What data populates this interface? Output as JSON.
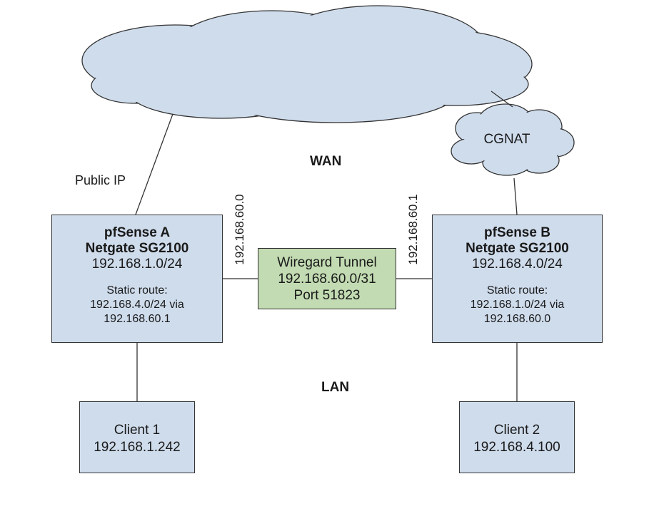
{
  "colors": {
    "node_fill": "#cfdcec",
    "tunnel_fill": "#c2dbb2",
    "cloud_fill": "#cfdcec",
    "line": "#333333"
  },
  "clouds": {
    "cgnat": "CGNAT"
  },
  "labels": {
    "wan": "WAN",
    "lan": "LAN",
    "public_ip": "Public IP",
    "tunnel_ip_a": "192.168.60.0",
    "tunnel_ip_b": "192.168.60.1"
  },
  "pfsense_a": {
    "name": "pfSense A",
    "model": "Netgate SG2100",
    "subnet": "192.168.1.0/24",
    "route_title": "Static route:",
    "route_dest": "192.168.4.0/24 via",
    "route_gw": "192.168.60.1"
  },
  "pfsense_b": {
    "name": "pfSense B",
    "model": "Netgate SG2100",
    "subnet": "192.168.4.0/24",
    "route_title": "Static route:",
    "route_dest": "192.168.1.0/24 via",
    "route_gw": "192.168.60.0"
  },
  "tunnel": {
    "name": "Wiregard Tunnel",
    "subnet": "192.168.60.0/31",
    "port": "Port 51823"
  },
  "client_1": {
    "name": "Client 1",
    "ip": "192.168.1.242"
  },
  "client_2": {
    "name": "Client 2",
    "ip": "192.168.4.100"
  }
}
